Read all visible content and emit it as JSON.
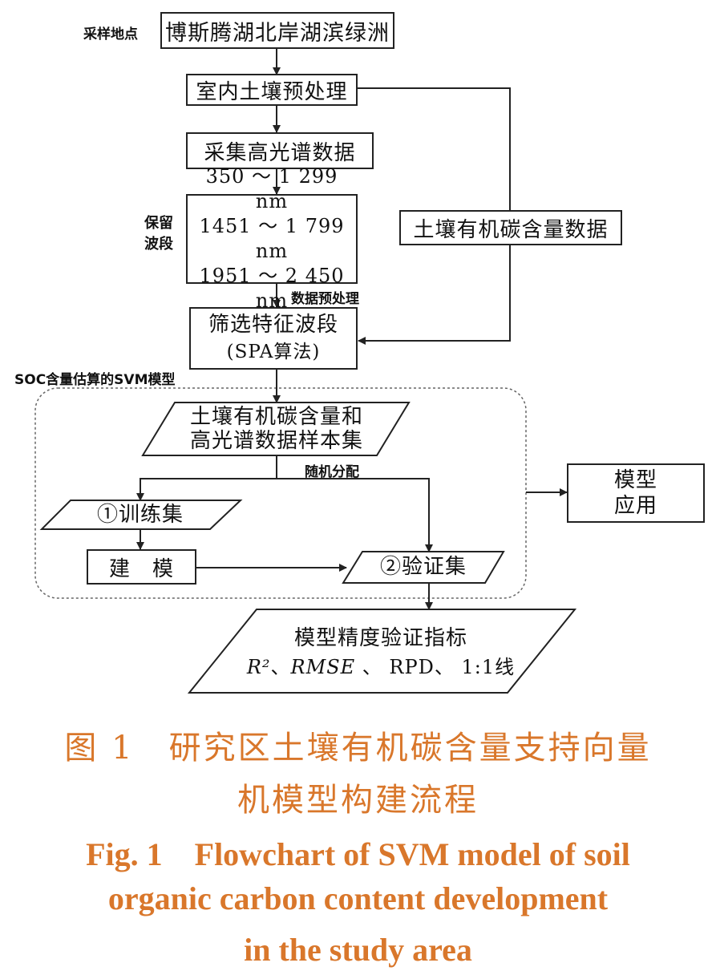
{
  "labels": {
    "sampling_site": "采样地点",
    "retained_bands": "保留\n波段",
    "data_preprocess": "数据预处理",
    "svm_group": "SOC含量估算的SVM模型",
    "random_split": "随机分配"
  },
  "boxes": {
    "site": "博斯腾湖北岸湖滨绿洲",
    "soil_pretreat": "室内土壤预处理",
    "collect_spectra": "采集高光谱数据",
    "bands": [
      "350 ～ 1 299 nm",
      "1451 ～ 1 799 nm",
      "1951 ～ 2 450 nm"
    ],
    "soc_data": "土壤有机碳含量数据",
    "select_bands_1": "筛选特征波段",
    "select_bands_2": "(SPA算法)",
    "sample_set_1": "土壤有机碳含量和",
    "sample_set_2": "高光谱数据样本集",
    "train_set": "①训练集",
    "modeling": "建　模",
    "valid_set": "②验证集",
    "model_app_1": "模型",
    "model_app_2": "应用",
    "metrics_1": "模型精度验证指标",
    "metrics_2_r2": "R²",
    "metrics_2_sep1": "、",
    "metrics_2_rmse": "RMSE",
    "metrics_2_rest": " 、 RPD、 1:1线"
  },
  "caption": {
    "cn_line1": "图 1　研究区土壤有机碳含量支持向量",
    "cn_line2": "机模型构建流程",
    "en_line1": "Fig. 1　Flowchart of SVM model of soil",
    "en_line2": "organic carbon content development",
    "en_line3": "in the study area"
  },
  "colors": {
    "caption": "#d9772b",
    "line": "#222222",
    "group_border": "#666666"
  }
}
